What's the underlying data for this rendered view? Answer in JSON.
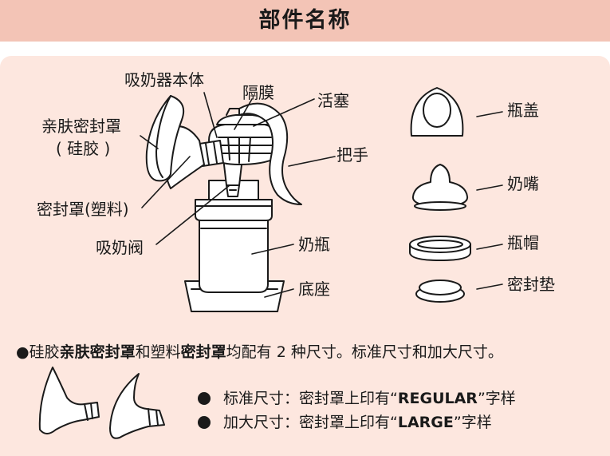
{
  "title": "部件名称",
  "parts": {
    "pump_body": "吸奶器本体",
    "diaphragm": "隔膜",
    "piston": "活塞",
    "skin_seal_cover": "亲肤密封罩",
    "skin_seal_material": "( 硅胶 )",
    "handle": "把手",
    "seal_cover_plastic": "密封罩(塑料)",
    "valve": "吸奶阀",
    "bottle": "奶瓶",
    "base": "底座",
    "bottle_cap": "瓶盖",
    "nipple": "奶嘴",
    "collar": "瓶帽",
    "sealing_disc": "密封垫"
  },
  "note": {
    "bullet": "●",
    "p1": "硅胶",
    "b1": "亲肤密封罩",
    "p2": "和塑料",
    "b2": "密封罩",
    "p3": "均配有 2 种尺寸。标准尺寸和加大尺寸。"
  },
  "sizes": {
    "regular": {
      "prefix": "标准尺寸：密封罩上印有“",
      "mark": "REGULAR",
      "suffix": "”字样"
    },
    "large": {
      "prefix": "加大尺寸：密封罩上印有“",
      "mark": "LARGE",
      "suffix": "”字样"
    }
  },
  "colors": {
    "title_bar": "#f3c4b6",
    "panel": "#fde7df",
    "line": "#1a1a1a"
  }
}
